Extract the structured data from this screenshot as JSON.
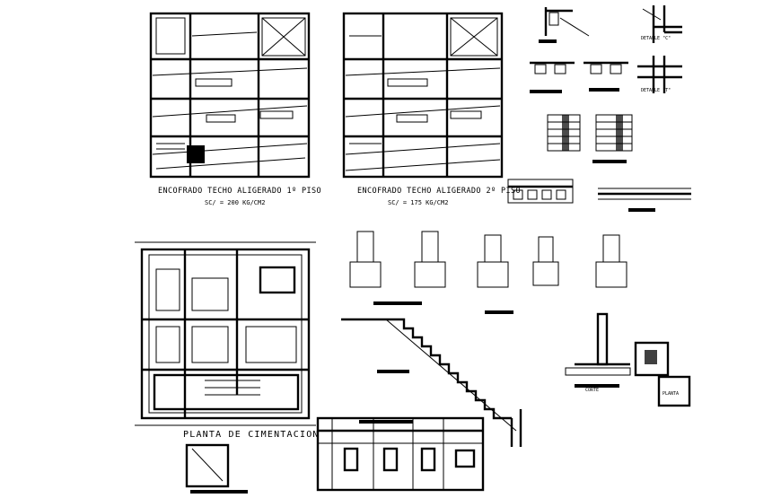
{
  "sheet": {
    "plan_roof_1": {
      "title": "ENCOFRADO TECHO ALIGERADO 1º PISO",
      "load": "SC/ = 200 KG/CM2"
    },
    "plan_roof_2": {
      "title": "ENCOFRADO TECHO ALIGERADO 2º PISO",
      "load": "SC/ = 175 KG/CM2"
    },
    "foundation_plan": {
      "title": "PLANTA DE CIMENTACION"
    },
    "details": {
      "detail_c": "DETALLE \"C\"",
      "detail_t": "DETALLE \"T\"",
      "corte": "CORTE",
      "planta": "PLANTA"
    }
  }
}
